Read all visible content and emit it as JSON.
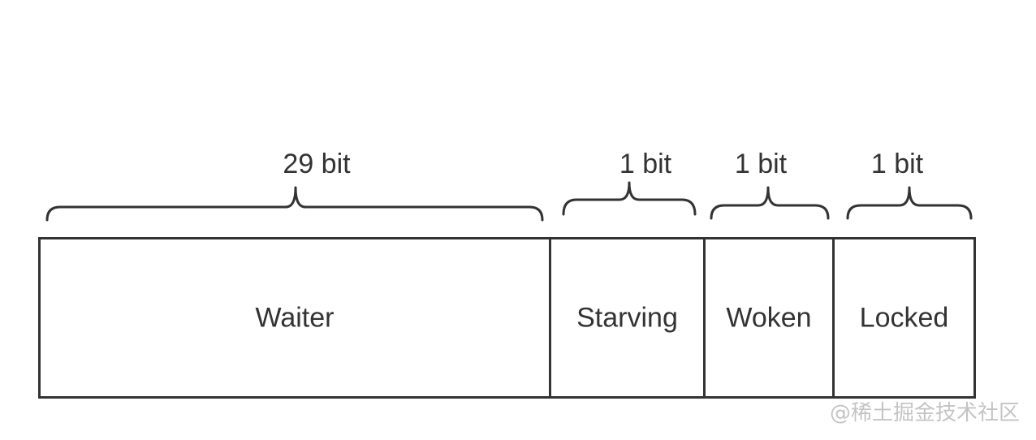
{
  "fields": [
    {
      "bits": "29 bit",
      "name": "Waiter"
    },
    {
      "bits": "1 bit",
      "name": "Starving"
    },
    {
      "bits": "1 bit",
      "name": "Woken"
    },
    {
      "bits": "1 bit",
      "name": "Locked"
    }
  ],
  "watermark": "@稀土掘金技术社区",
  "colors": {
    "stroke": "#333333",
    "text": "#333333",
    "watermark": "#c4c4c4",
    "background": "#ffffff"
  }
}
